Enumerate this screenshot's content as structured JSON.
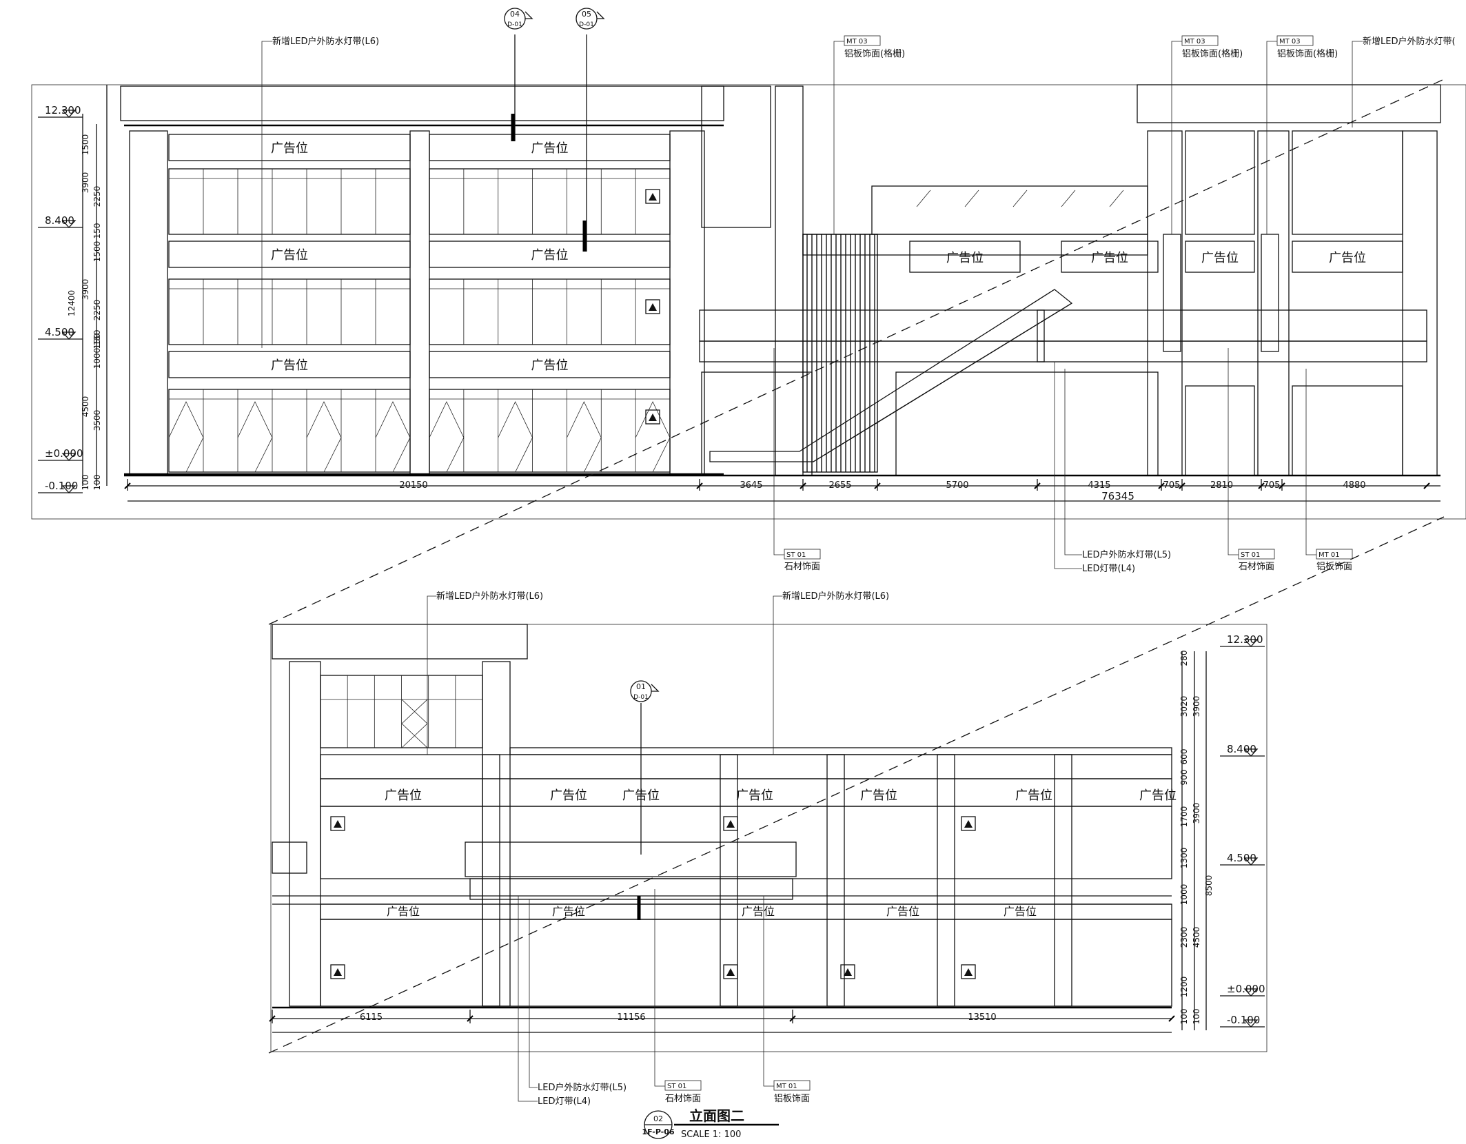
{
  "drawing": {
    "title": "立面图二",
    "scale": "SCALE  1: 100",
    "sheet_tag": {
      "num": "02",
      "ref": "1F-P-06"
    }
  },
  "colors": {
    "line": "#111111",
    "paper": "#ffffff"
  },
  "upper": {
    "levels": [
      "12.300",
      "8.400",
      "4.500",
      "±0.000",
      "-0.100"
    ],
    "vdims": [
      "1500",
      "3900",
      "2250",
      "150",
      "1500",
      "12400",
      "3900",
      "2250",
      "150",
      "1000",
      "150",
      "4500",
      "3500",
      "100",
      "100"
    ],
    "hdims": [
      "20150",
      "3645",
      "2655",
      "5700",
      "4315",
      "705",
      "2810",
      "705",
      "4880"
    ],
    "total": "76345",
    "sections": [
      {
        "num": "04",
        "ref": "D-01"
      },
      {
        "num": "05",
        "ref": "D-01"
      }
    ],
    "ad": "广告位",
    "callouts": {
      "led_new": "新增LED户外防水灯带(L6)",
      "led_new_right": "新增LED户外防水灯带(",
      "mt03": "MT  03",
      "alum_grid": "铝板饰面(格栅)",
      "st01": "ST  01",
      "stone": "石材饰面",
      "led5": "LED户外防水灯带(L5)",
      "led4": "LED灯带(L4)",
      "mt01": "MT  01",
      "alum": "铝板饰面"
    }
  },
  "lower": {
    "levels": [
      "12.300",
      "8.400",
      "4.500",
      "±0.000",
      "-0.100"
    ],
    "vdims": [
      "280",
      "3020",
      "3900",
      "600",
      "900",
      "1700",
      "3900",
      "1300",
      "1000",
      "8500",
      "2300",
      "4500",
      "1200",
      "100",
      "100"
    ],
    "hdims": [
      "6115",
      "11156",
      "13510"
    ],
    "section": {
      "num": "01",
      "ref": "D-01"
    },
    "ad": "广告位",
    "callouts": {
      "led_new_a": "新增LED户外防水灯带(L6)",
      "led_new_b": "新增LED户外防水灯带(L6)",
      "led5": "LED户外防水灯带(L5)",
      "led4": "LED灯带(L4)",
      "st01": "ST  01",
      "stone": "石材饰面",
      "mt01": "MT  01",
      "alum": "铝板饰面"
    }
  }
}
